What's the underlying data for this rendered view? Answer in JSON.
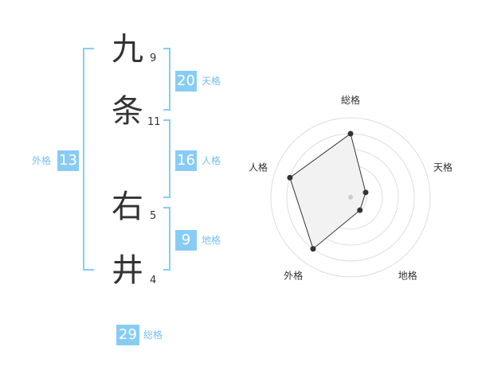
{
  "name": {
    "chars": [
      {
        "char": "九",
        "strokes": "9"
      },
      {
        "char": "条",
        "strokes": "11"
      },
      {
        "char": "右",
        "strokes": "5"
      },
      {
        "char": "井",
        "strokes": "4"
      }
    ]
  },
  "fortune": {
    "tenkaku": {
      "value": "20",
      "label": "天格"
    },
    "jinkaku": {
      "value": "16",
      "label": "人格"
    },
    "chikaku": {
      "value": "9",
      "label": "地格"
    },
    "gaikaku": {
      "value": "13",
      "label": "外格"
    },
    "soukaku": {
      "value": "29",
      "label": "総格"
    }
  },
  "colors": {
    "accent": "#88ccf5",
    "accent_text": "#76bff0",
    "text": "#333333"
  },
  "chart_data": {
    "type": "radar",
    "axes": [
      "総格",
      "天格",
      "地格",
      "外格",
      "人格"
    ],
    "levels": 5,
    "values": [
      4,
      1,
      1,
      4,
      4
    ],
    "max": 5
  }
}
